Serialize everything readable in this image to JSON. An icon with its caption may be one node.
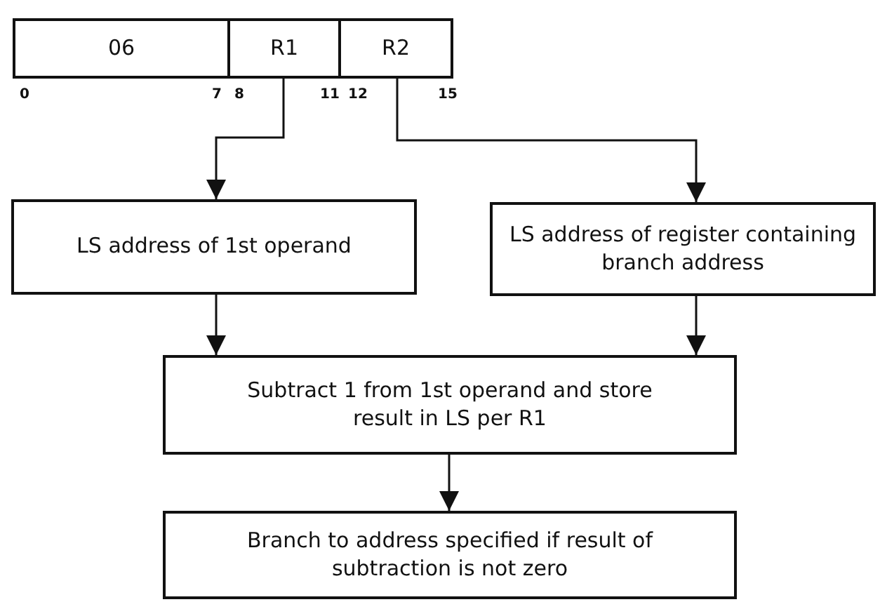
{
  "diagram": {
    "nodes": [
      {
        "text": [
          "06"
        ]
      },
      {
        "text": [
          "R1"
        ]
      },
      {
        "text": [
          "R2"
        ]
      },
      {
        "text": [
          "LS address of 1st operand"
        ]
      },
      {
        "text": [
          "LS address of register containing branch address"
        ]
      },
      {
        "text": [
          "Subtract 1 from 1st operand and store result in LS per R1"
        ]
      },
      {
        "text": [
          "Branch to address specified if result of subtraction is not zero"
        ]
      }
    ],
    "edges": [
      {
        "from": 1,
        "to": 3,
        "arrow": "to"
      },
      {
        "from": 2,
        "to": 4,
        "arrow": "to"
      },
      {
        "from": 3,
        "to": 5,
        "arrow": "to"
      },
      {
        "from": 4,
        "to": 5,
        "arrow": "to"
      },
      {
        "from": 5,
        "to": 6,
        "arrow": "to"
      }
    ],
    "labels": [
      "0",
      "7",
      "8",
      "11",
      "12",
      "15"
    ]
  }
}
